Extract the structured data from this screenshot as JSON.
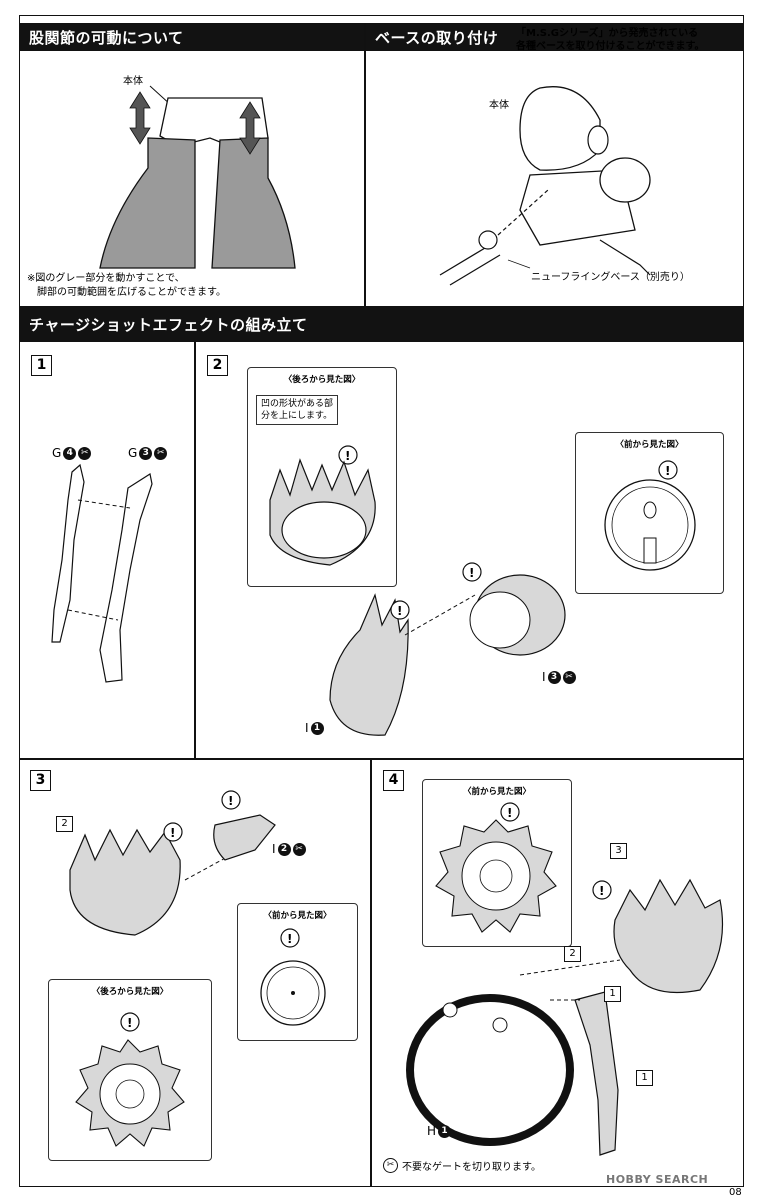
{
  "sections": {
    "hip_joint": {
      "title": "股関節の可動について",
      "body_label": "本体",
      "note_line1": "※図のグレー部分を動かすことで、",
      "note_line2": "脚部の可動範囲を広げることができます。"
    },
    "base_mount": {
      "title": "ベースの取り付け",
      "note_line1": "「M.S.Gシリーズ」から発売されている",
      "note_line2": "各種ベースを取り付けることができます。",
      "body_label": "本体",
      "base_label": "ニューフライングベース（別売り）"
    },
    "assembly": {
      "title": "チャージショットエフェクトの組み立て"
    }
  },
  "steps": {
    "s1": {
      "number": "1",
      "parts": [
        {
          "runner": "G",
          "num": "4"
        },
        {
          "runner": "G",
          "num": "3"
        }
      ]
    },
    "s2": {
      "number": "2",
      "back_view_title": "〈後ろから見た図〉",
      "back_callout_line1": "凹の形状がある部",
      "back_callout_line2": "分を上にします。",
      "front_view_title": "〈前から見た図〉",
      "parts": [
        {
          "runner": "I",
          "num": "1"
        },
        {
          "runner": "I",
          "num": "3"
        }
      ]
    },
    "s3": {
      "number": "3",
      "ref_step": "2",
      "front_view_title": "〈前から見た図〉",
      "back_view_title": "〈後ろから見た図〉",
      "parts": [
        {
          "runner": "I",
          "num": "2"
        }
      ]
    },
    "s4": {
      "number": "4",
      "front_view_title": "〈前から見た図〉",
      "ref_step": "3",
      "sub_labels": [
        "2",
        "1",
        "1"
      ],
      "parts": [
        {
          "runner": "H",
          "num": "1"
        }
      ],
      "gate_note": "不要なゲートを切り取ります。"
    }
  },
  "icons": {
    "warning": "exclamation-icon",
    "cut": "nipper-icon"
  },
  "footer": {
    "brand": "HOBBY SEARCH",
    "page_number": "08"
  },
  "colors": {
    "header_bg": "#121212",
    "gray_part": "#9a9a9a"
  }
}
